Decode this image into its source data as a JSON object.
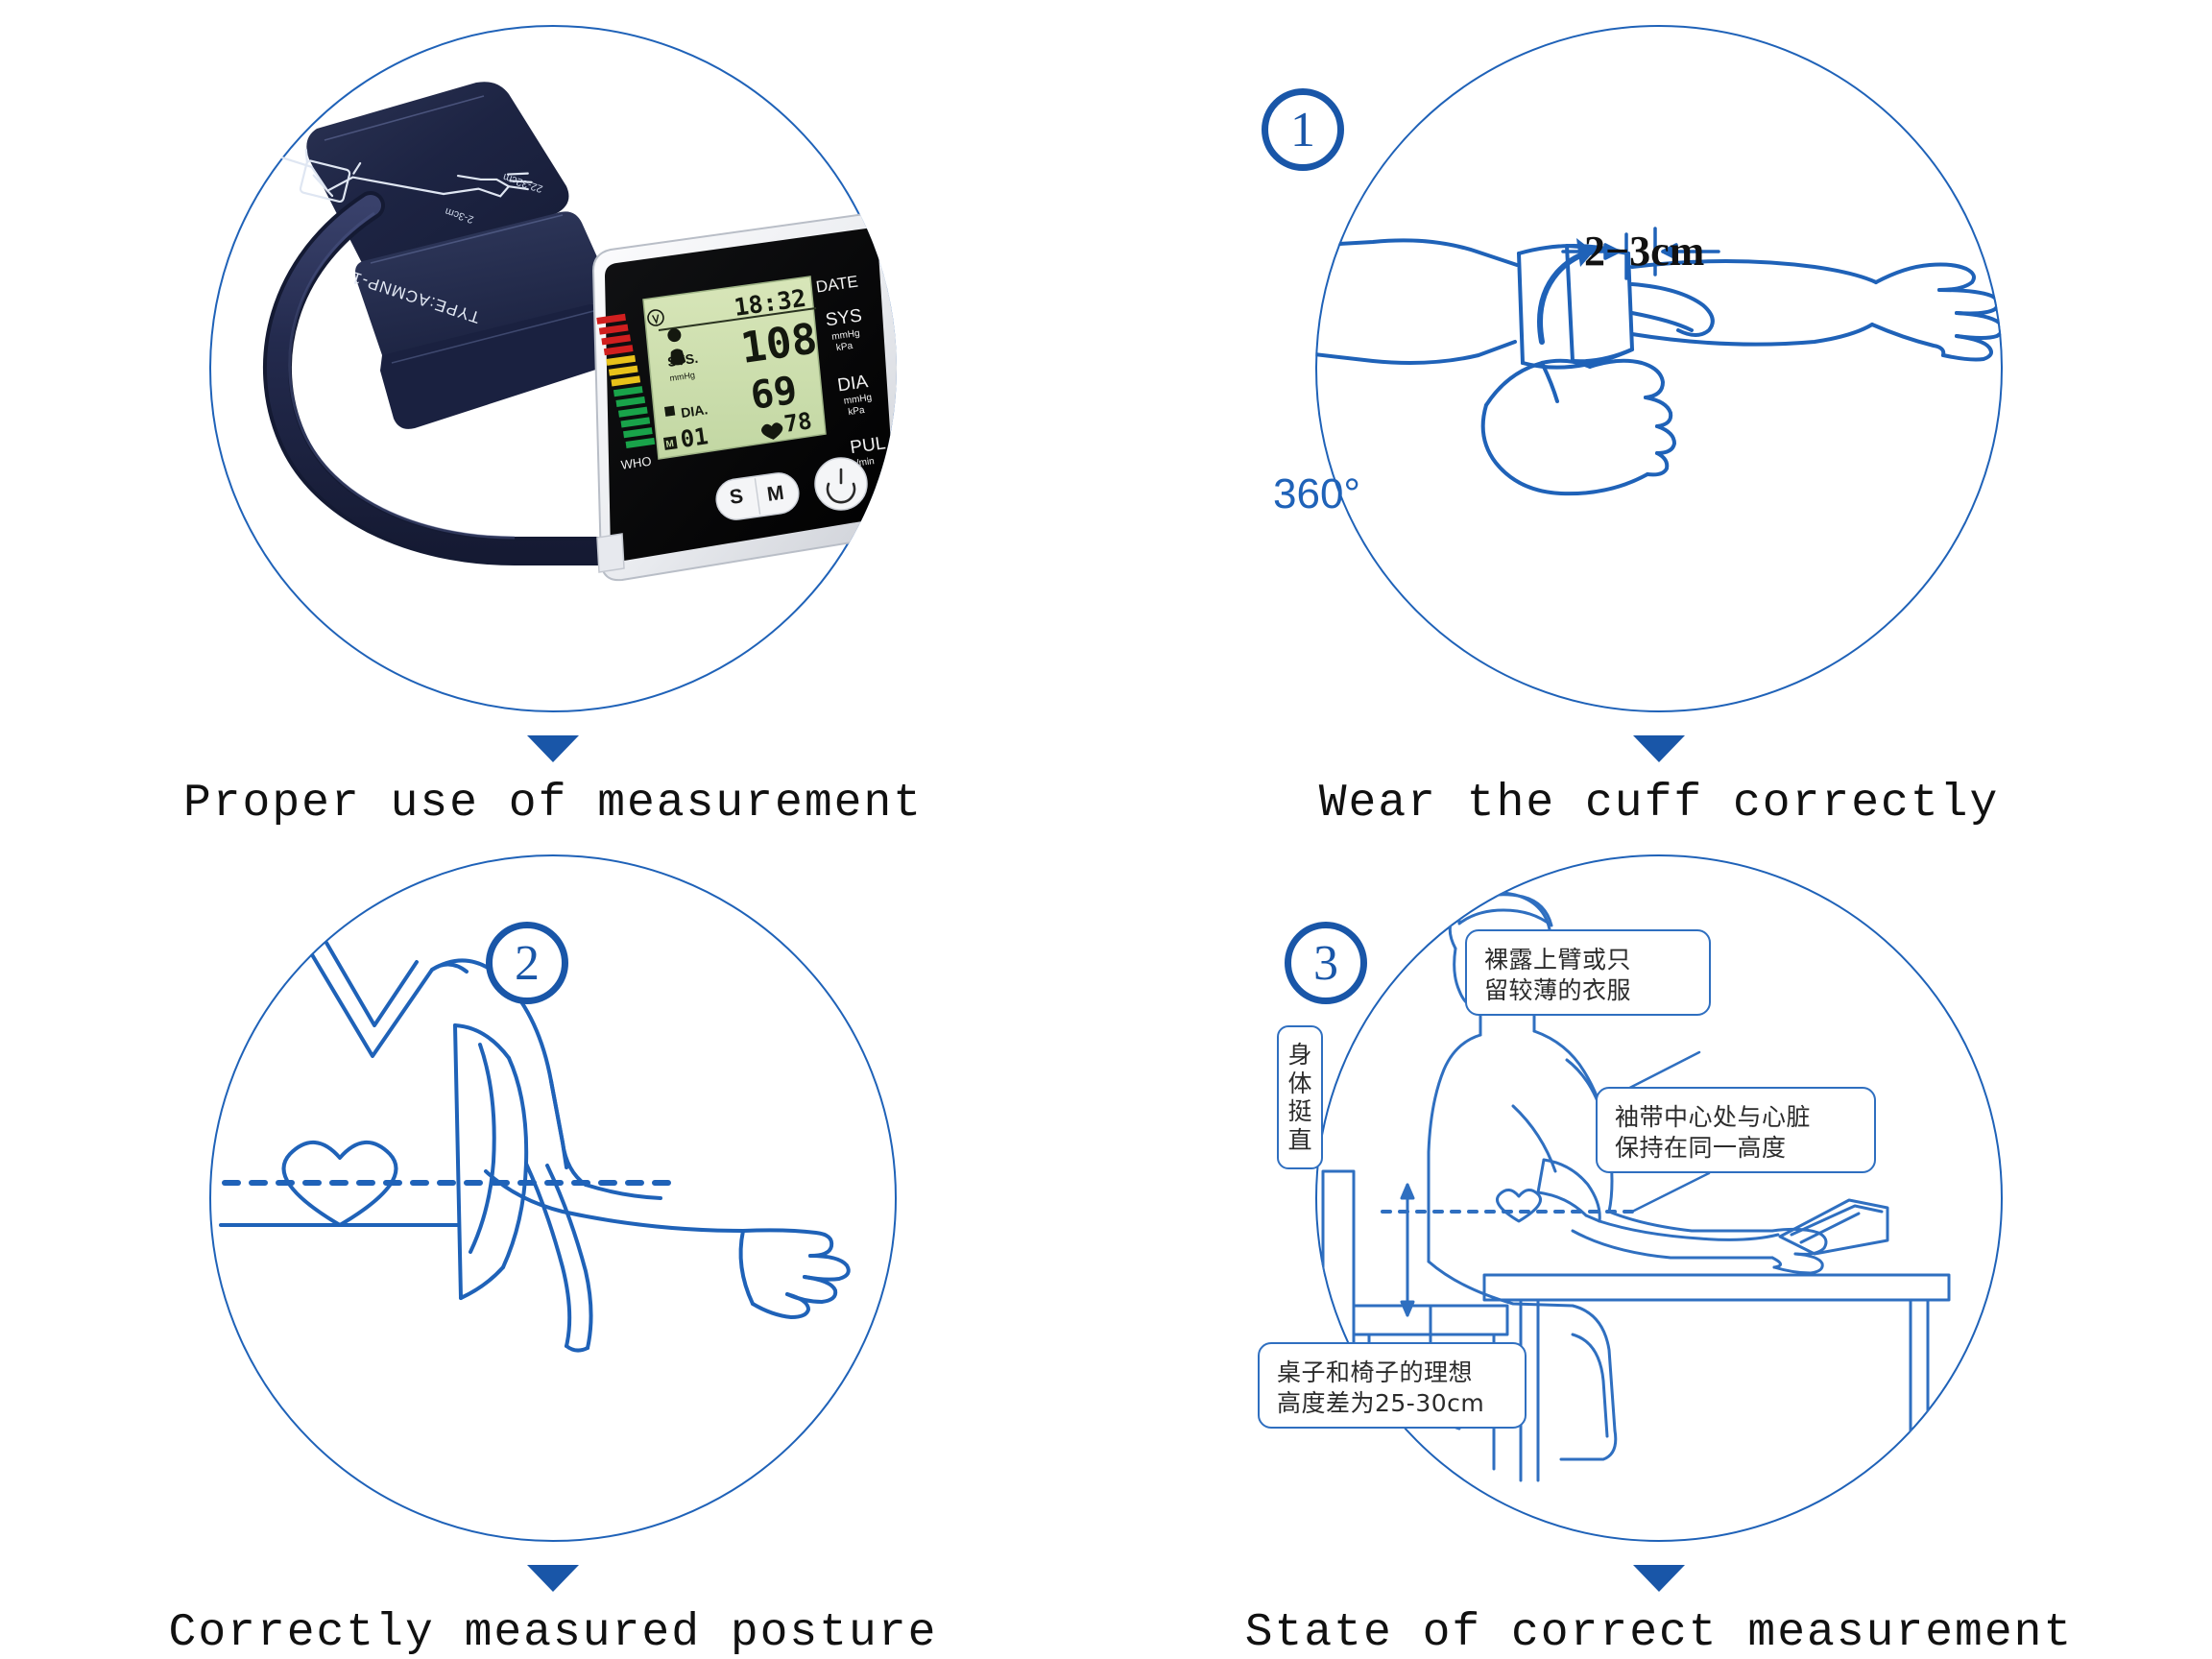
{
  "theme": {
    "circle_stroke": "#1f62b8",
    "line_art": "#1f62b8",
    "step_blue": "#1956a8",
    "callout_border": "#2f6fc0",
    "caption_color": "#111111",
    "background": "#ffffff"
  },
  "panels": [
    {
      "id": "panel-device",
      "step": null,
      "caption": "Proper use of measurement",
      "device": {
        "cuff_type_label": "TYPE:ACMNP-1",
        "cuff_arm_size_label": "22-32cm",
        "cuff_gap_label": "2-3cm",
        "display": {
          "time": "18:32",
          "date_label": "DATE",
          "sys_label": "SYS",
          "sys_units": [
            "mmHg",
            "kPa"
          ],
          "dia_label": "DIA",
          "dia_units": [
            "mmHg",
            "kPa"
          ],
          "pul_label": "PUL",
          "pul_units": [
            "/min"
          ],
          "sys_value": "108",
          "dia_value": "69",
          "pul_value": "78",
          "memory_value": "01",
          "sys_inline_label": "SYS.",
          "sys_inline_unit": "mmHg",
          "dia_inline_label": "DIA.",
          "memory_icon_label": "M",
          "who_label": "WHO",
          "heart_icon": "heart-icon",
          "user_icon": "user-icon"
        },
        "buttons": [
          {
            "name": "s-button",
            "label": "S"
          },
          {
            "name": "m-button",
            "label": "M"
          },
          {
            "name": "power-button",
            "label": "⏻"
          }
        ]
      }
    },
    {
      "id": "panel-cuff",
      "step": "1",
      "caption": "Wear the cuff correctly",
      "annotations": {
        "gap_dimension": "2−3cm",
        "rotation": "360°"
      }
    },
    {
      "id": "panel-posture",
      "step": "2",
      "caption": "Correctly measured posture",
      "annotations": {
        "heart_level_icon": "heart-icon",
        "level_line": "dashed-level-line"
      }
    },
    {
      "id": "panel-seated",
      "step": "3",
      "caption": "State of correct measurement",
      "callouts": [
        {
          "name": "callout-bare-arm",
          "lines": [
            "裸露上臂或只",
            "留较薄的衣服"
          ]
        },
        {
          "name": "callout-cuff-heart-level",
          "lines": [
            "袖带中心处与心脏",
            "保持在同一高度"
          ]
        },
        {
          "name": "callout-desk-chair-height",
          "lines": [
            "桌子和椅子的理想",
            "高度差为25-30cm"
          ]
        }
      ],
      "vertical_label": {
        "name": "label-upright-body",
        "chars": [
          "身",
          "体",
          "挺",
          "直"
        ]
      }
    }
  ]
}
